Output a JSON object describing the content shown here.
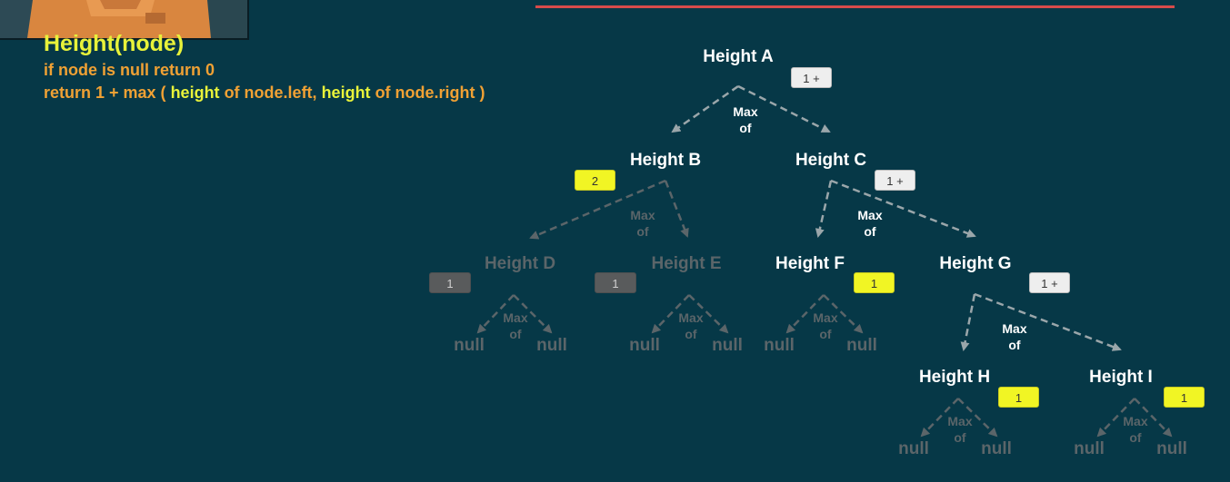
{
  "code": {
    "title": "Height(node)",
    "line1": "if node is null return 0",
    "line2_a": "return 1 + max ( ",
    "line2_kw1": "height",
    "line2_b": " of node.left, ",
    "line2_kw2": "height",
    "line2_c": " of node.right )"
  },
  "tree": {
    "nodes": {
      "A": {
        "label": "Height A",
        "badge": "1 +"
      },
      "B": {
        "label": "Height B",
        "badge": "2"
      },
      "C": {
        "label": "Height C",
        "badge": "1 +"
      },
      "D": {
        "label": "Height D",
        "badge": "1"
      },
      "E": {
        "label": "Height E",
        "badge": "1"
      },
      "F": {
        "label": "Height F",
        "badge": "1"
      },
      "G": {
        "label": "Height G",
        "badge": "1 +"
      },
      "H": {
        "label": "Height H",
        "badge": "1"
      },
      "I": {
        "label": "Height I",
        "badge": "1"
      }
    },
    "max_line1": "Max",
    "max_line2": "of",
    "null_label": "null"
  },
  "colors": {
    "background": "#063847",
    "accent_yellow": "#e8f23a",
    "accent_orange": "#f0a134",
    "rule_red": "#d64b4b",
    "dim": "#5b6569"
  }
}
